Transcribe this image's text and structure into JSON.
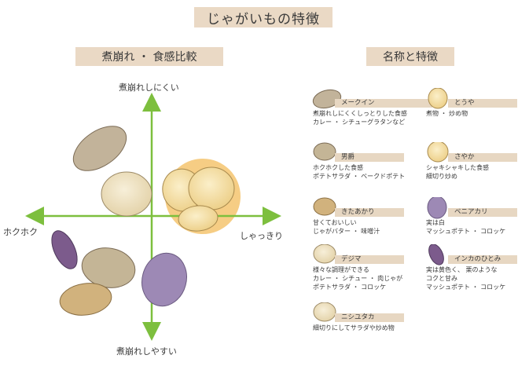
{
  "title": "じゃがいもの特徴",
  "left_panel": {
    "subtitle": "煮崩れ ・ 食感比較",
    "axis": {
      "top": "煮崩れしにくい",
      "bottom": "煮崩れしやすい",
      "left": "ホクホク",
      "right": "しゃっきり"
    }
  },
  "right_panel": {
    "subtitle": "名称と特徴",
    "items": [
      {
        "name": "メークイン",
        "lines": [
          "煮崩れしにくくしっとりした食感",
          "カレー ・ シチューグラタンなど"
        ]
      },
      {
        "name": "とうや",
        "lines": [
          "煮物 ・ 炒め物"
        ]
      },
      {
        "name": "男爵",
        "lines": [
          "ホクホクした食感",
          "ポテトサラダ ・ ベークドポテト"
        ]
      },
      {
        "name": "さやか",
        "lines": [
          "シャキシャキした食感",
          "細切り炒め"
        ]
      },
      {
        "name": "きたあかり",
        "lines": [
          "甘くておいしい",
          "じゃがバター ・ 味噌汁"
        ]
      },
      {
        "name": "ベニアカリ",
        "lines": [
          "実は白",
          "マッシュポテト ・ コロッケ"
        ]
      },
      {
        "name": "デジマ",
        "lines": [
          "様々な調理ができる",
          "カレー ・ シチュー ・ 肉じゃが",
          "ポテトサラダ ・ コロッケ"
        ]
      },
      {
        "name": "インカのひとみ",
        "lines": [
          "実は黄色く、 栗のような",
          "コクと甘み",
          "マッシュポテト ・ コロッケ"
        ]
      },
      {
        "name": "ニシユタカ",
        "lines": [
          "細切りにしてサラダや炒め物"
        ]
      }
    ]
  },
  "colors": {
    "axis_green": "#7dbf3e",
    "label_bg": "#ead9c5",
    "highlight_circle": "#f6cd84"
  },
  "icons": [
    "potato-meikuin-icon",
    "potato-touya-icon",
    "potato-danshaku-icon",
    "potato-sayaka-icon",
    "potato-kitaakari-icon",
    "potato-beniakari-icon",
    "potato-dejima-icon",
    "potato-inka-icon",
    "potato-nishiyutaka-icon"
  ]
}
